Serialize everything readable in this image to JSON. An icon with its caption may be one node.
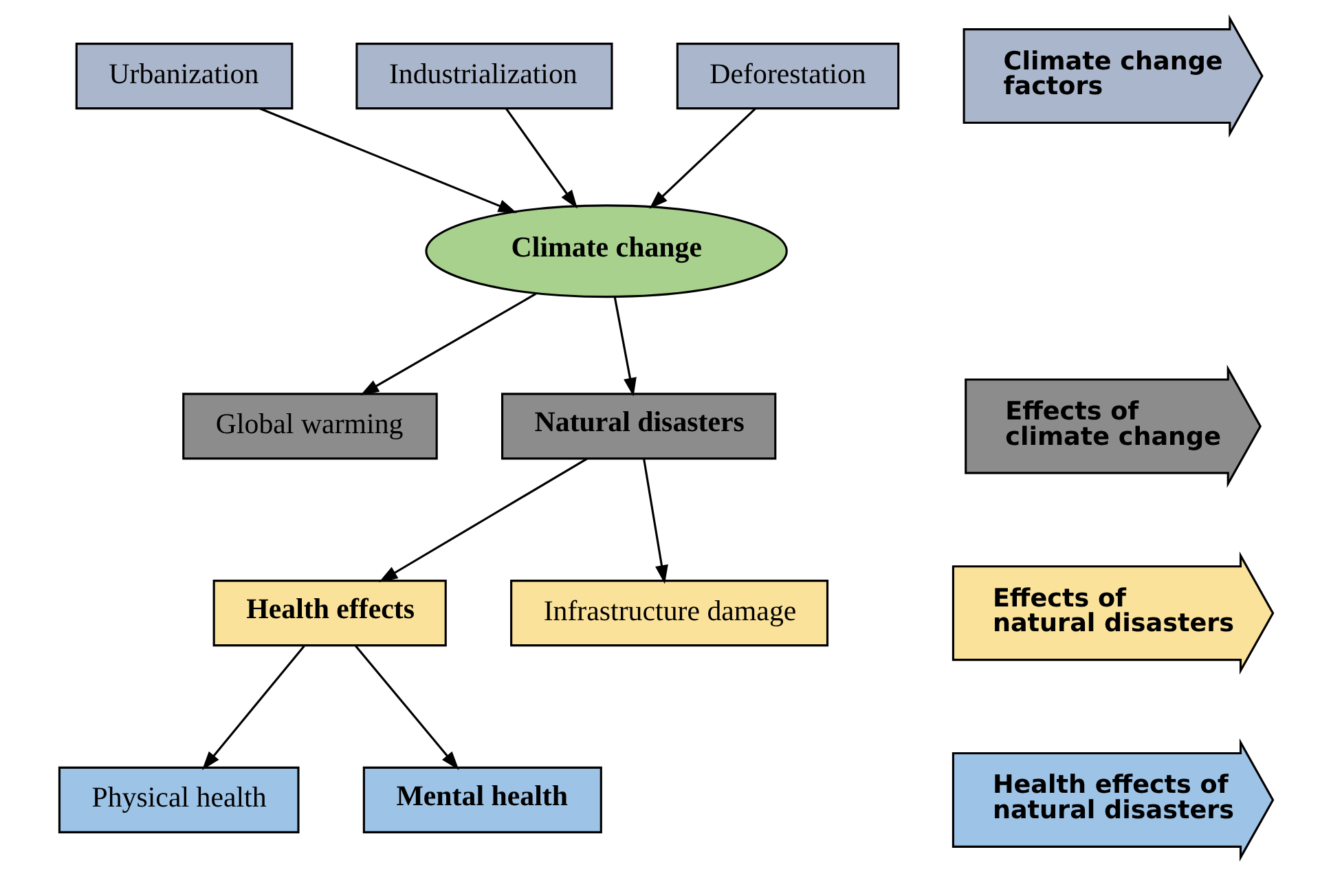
{
  "diagram": {
    "nodes": [
      {
        "text": [
          "Climate change factors"
        ]
      },
      {
        "text": [
          "Urbanization"
        ]
      },
      {
        "text": [
          "Industrialization"
        ]
      },
      {
        "text": [
          "Deforestation"
        ]
      },
      {
        "text": [
          "Climate change"
        ]
      },
      {
        "text": [
          "Effects of climate change"
        ]
      },
      {
        "text": [
          "Global warming"
        ]
      },
      {
        "text": [
          "Natural disasters"
        ]
      },
      {
        "text": [
          "Effects of natural disasters"
        ]
      },
      {
        "text": [
          "Health effects"
        ]
      },
      {
        "text": [
          "Infrastructure damage"
        ]
      },
      {
        "text": [
          "Health effects of natural disasters"
        ]
      },
      {
        "text": [
          "Physical health"
        ]
      },
      {
        "text": [
          "Mental health"
        ]
      }
    ],
    "edges": [
      {
        "from": 1,
        "to": 4,
        "arrow": "to"
      },
      {
        "from": 2,
        "to": 4,
        "arrow": "to"
      },
      {
        "from": 3,
        "to": 4,
        "arrow": "to"
      },
      {
        "from": 4,
        "to": 6,
        "arrow": "to"
      },
      {
        "from": 4,
        "to": 7,
        "arrow": "to"
      },
      {
        "from": 7,
        "to": 9,
        "arrow": "to"
      },
      {
        "from": 7,
        "to": 10,
        "arrow": "to"
      },
      {
        "from": 9,
        "to": 12,
        "arrow": "to"
      },
      {
        "from": 9,
        "to": 13,
        "arrow": "to"
      }
    ]
  }
}
